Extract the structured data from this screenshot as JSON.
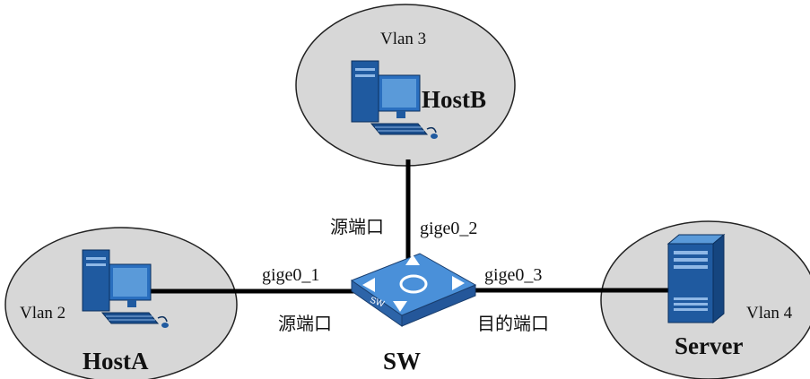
{
  "nodes": {
    "hostA": {
      "name": "HostA",
      "vlan": "Vlan 2"
    },
    "hostB": {
      "name": "HostB",
      "vlan": "Vlan 3"
    },
    "server": {
      "name": "Server",
      "vlan": "Vlan 4"
    },
    "switch": {
      "name": "SW",
      "badge": "SW"
    }
  },
  "links": {
    "to_hostA": {
      "port": "gige0_1",
      "role": "源端口"
    },
    "to_hostB": {
      "port": "gige0_2",
      "role": "源端口"
    },
    "to_server": {
      "port": "gige0_3",
      "role": "目的端口"
    }
  },
  "colors": {
    "cloud_fill": "#d7d7d7",
    "switch_top": "#4a90d9",
    "switch_side": "#2d64a8",
    "link": "#000000"
  }
}
